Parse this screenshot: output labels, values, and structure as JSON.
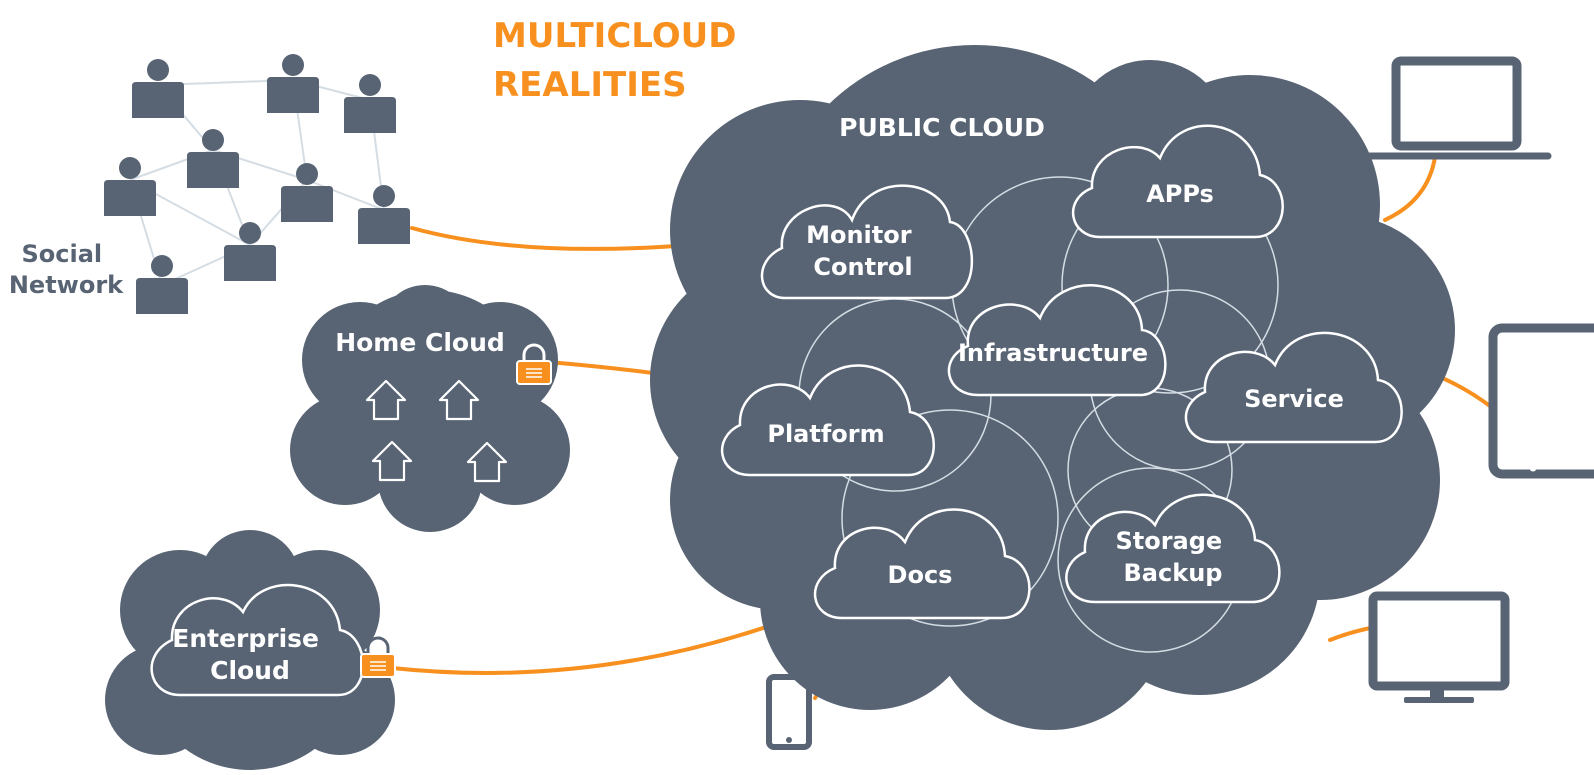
{
  "title": {
    "line1": "MULTICLOUD",
    "line2": "REALITIES"
  },
  "public_cloud": {
    "label": "PUBLIC CLOUD"
  },
  "services": {
    "monitor": {
      "line1": "Monitor",
      "line2": "Control"
    },
    "apps": "APPs",
    "infrastructure": "Infrastructure",
    "service": "Service",
    "platform": "Platform",
    "docs": "Docs",
    "storage": {
      "line1": "Storage",
      "line2": "Backup"
    }
  },
  "social_network": {
    "line1": "Social",
    "line2": "Network"
  },
  "home_cloud": {
    "label": "Home Cloud"
  },
  "enterprise_cloud": {
    "line1": "Enterprise",
    "line2": "Cloud"
  },
  "devices": [
    "laptop-icon",
    "tablet-icon",
    "monitor-icon",
    "phone-icon"
  ],
  "colors": {
    "cloud": "#586474",
    "accent": "#F7901E",
    "outline": "#ffffff",
    "network_lines": "#D5DDE4"
  }
}
